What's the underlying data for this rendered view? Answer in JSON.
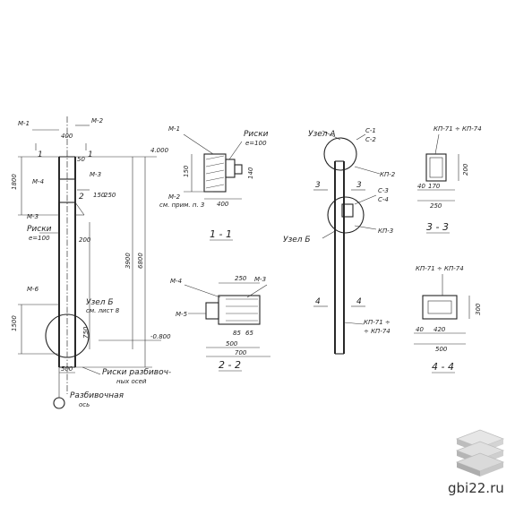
{
  "left": {
    "mark_m1": "М-1",
    "mark_m2": "М-2",
    "mark_m3_top": "М-3",
    "mark_m4": "М-4",
    "mark_m3_side": "М-3",
    "mark_m6": "М-6",
    "dim_400": "400",
    "dim_150": "150",
    "dim_250": "250",
    "dim_50": "50",
    "dim_1800": "1800",
    "dim_3900": "3900",
    "dim_6800": "6800",
    "dim_1500": "1500",
    "dim_200": "200",
    "dim_750": "750",
    "dim_500": "500",
    "level_top": "4.000",
    "level_bot": "-0.800",
    "cut_1": "1",
    "cut_2": "2",
    "risk_label": "Риски",
    "risk_pitch": "е=100",
    "uzel_b": "Узел Б",
    "uzel_b_ref": "см. лист 8",
    "risk_axes_1": "Риски разбивоч-",
    "risk_axes_2": "ных осей",
    "raz_axis_1": "Разбивочная",
    "raz_axis_2": "ось"
  },
  "sec11": {
    "title": "1 - 1",
    "mark_m1": "М-1",
    "mark_m2": "М-2",
    "risk_label": "Риски",
    "risk_pitch": "е=100",
    "ref": "см. прим. п. 3",
    "dim_400": "400",
    "dim_150": "150",
    "dim_140": "140"
  },
  "sec22": {
    "title": "2 - 2",
    "mark_m4": "М-4",
    "mark_m3": "М-3",
    "mark_m5": "М-5",
    "dim_250": "250",
    "dim_500": "500",
    "dim_700": "700",
    "dim_85": "85",
    "dim_65": "65"
  },
  "mid": {
    "uzel_a": "Узел А",
    "uzel_b": "Узел Б",
    "c1": "С-1",
    "c2": "С-2",
    "c3": "С-3",
    "c4": "С-4",
    "kp2": "КП-2",
    "kp3": "КП-3",
    "kp71": "КП-71 ÷",
    "kp74": "÷ КП-74",
    "cut_3": "3",
    "cut_4": "4"
  },
  "sec33": {
    "title": "3 - 3",
    "header": "КП-71 ÷ КП-74",
    "dim_250": "250",
    "dim_40": "40",
    "dim_170": "170",
    "dim_200": "200"
  },
  "sec44": {
    "title": "4 - 4",
    "header": "КП-71 ÷ КП-74",
    "dim_420": "420",
    "dim_500": "500",
    "dim_40": "40",
    "dim_300": "300"
  },
  "brand": {
    "site": "gbi22.ru"
  }
}
